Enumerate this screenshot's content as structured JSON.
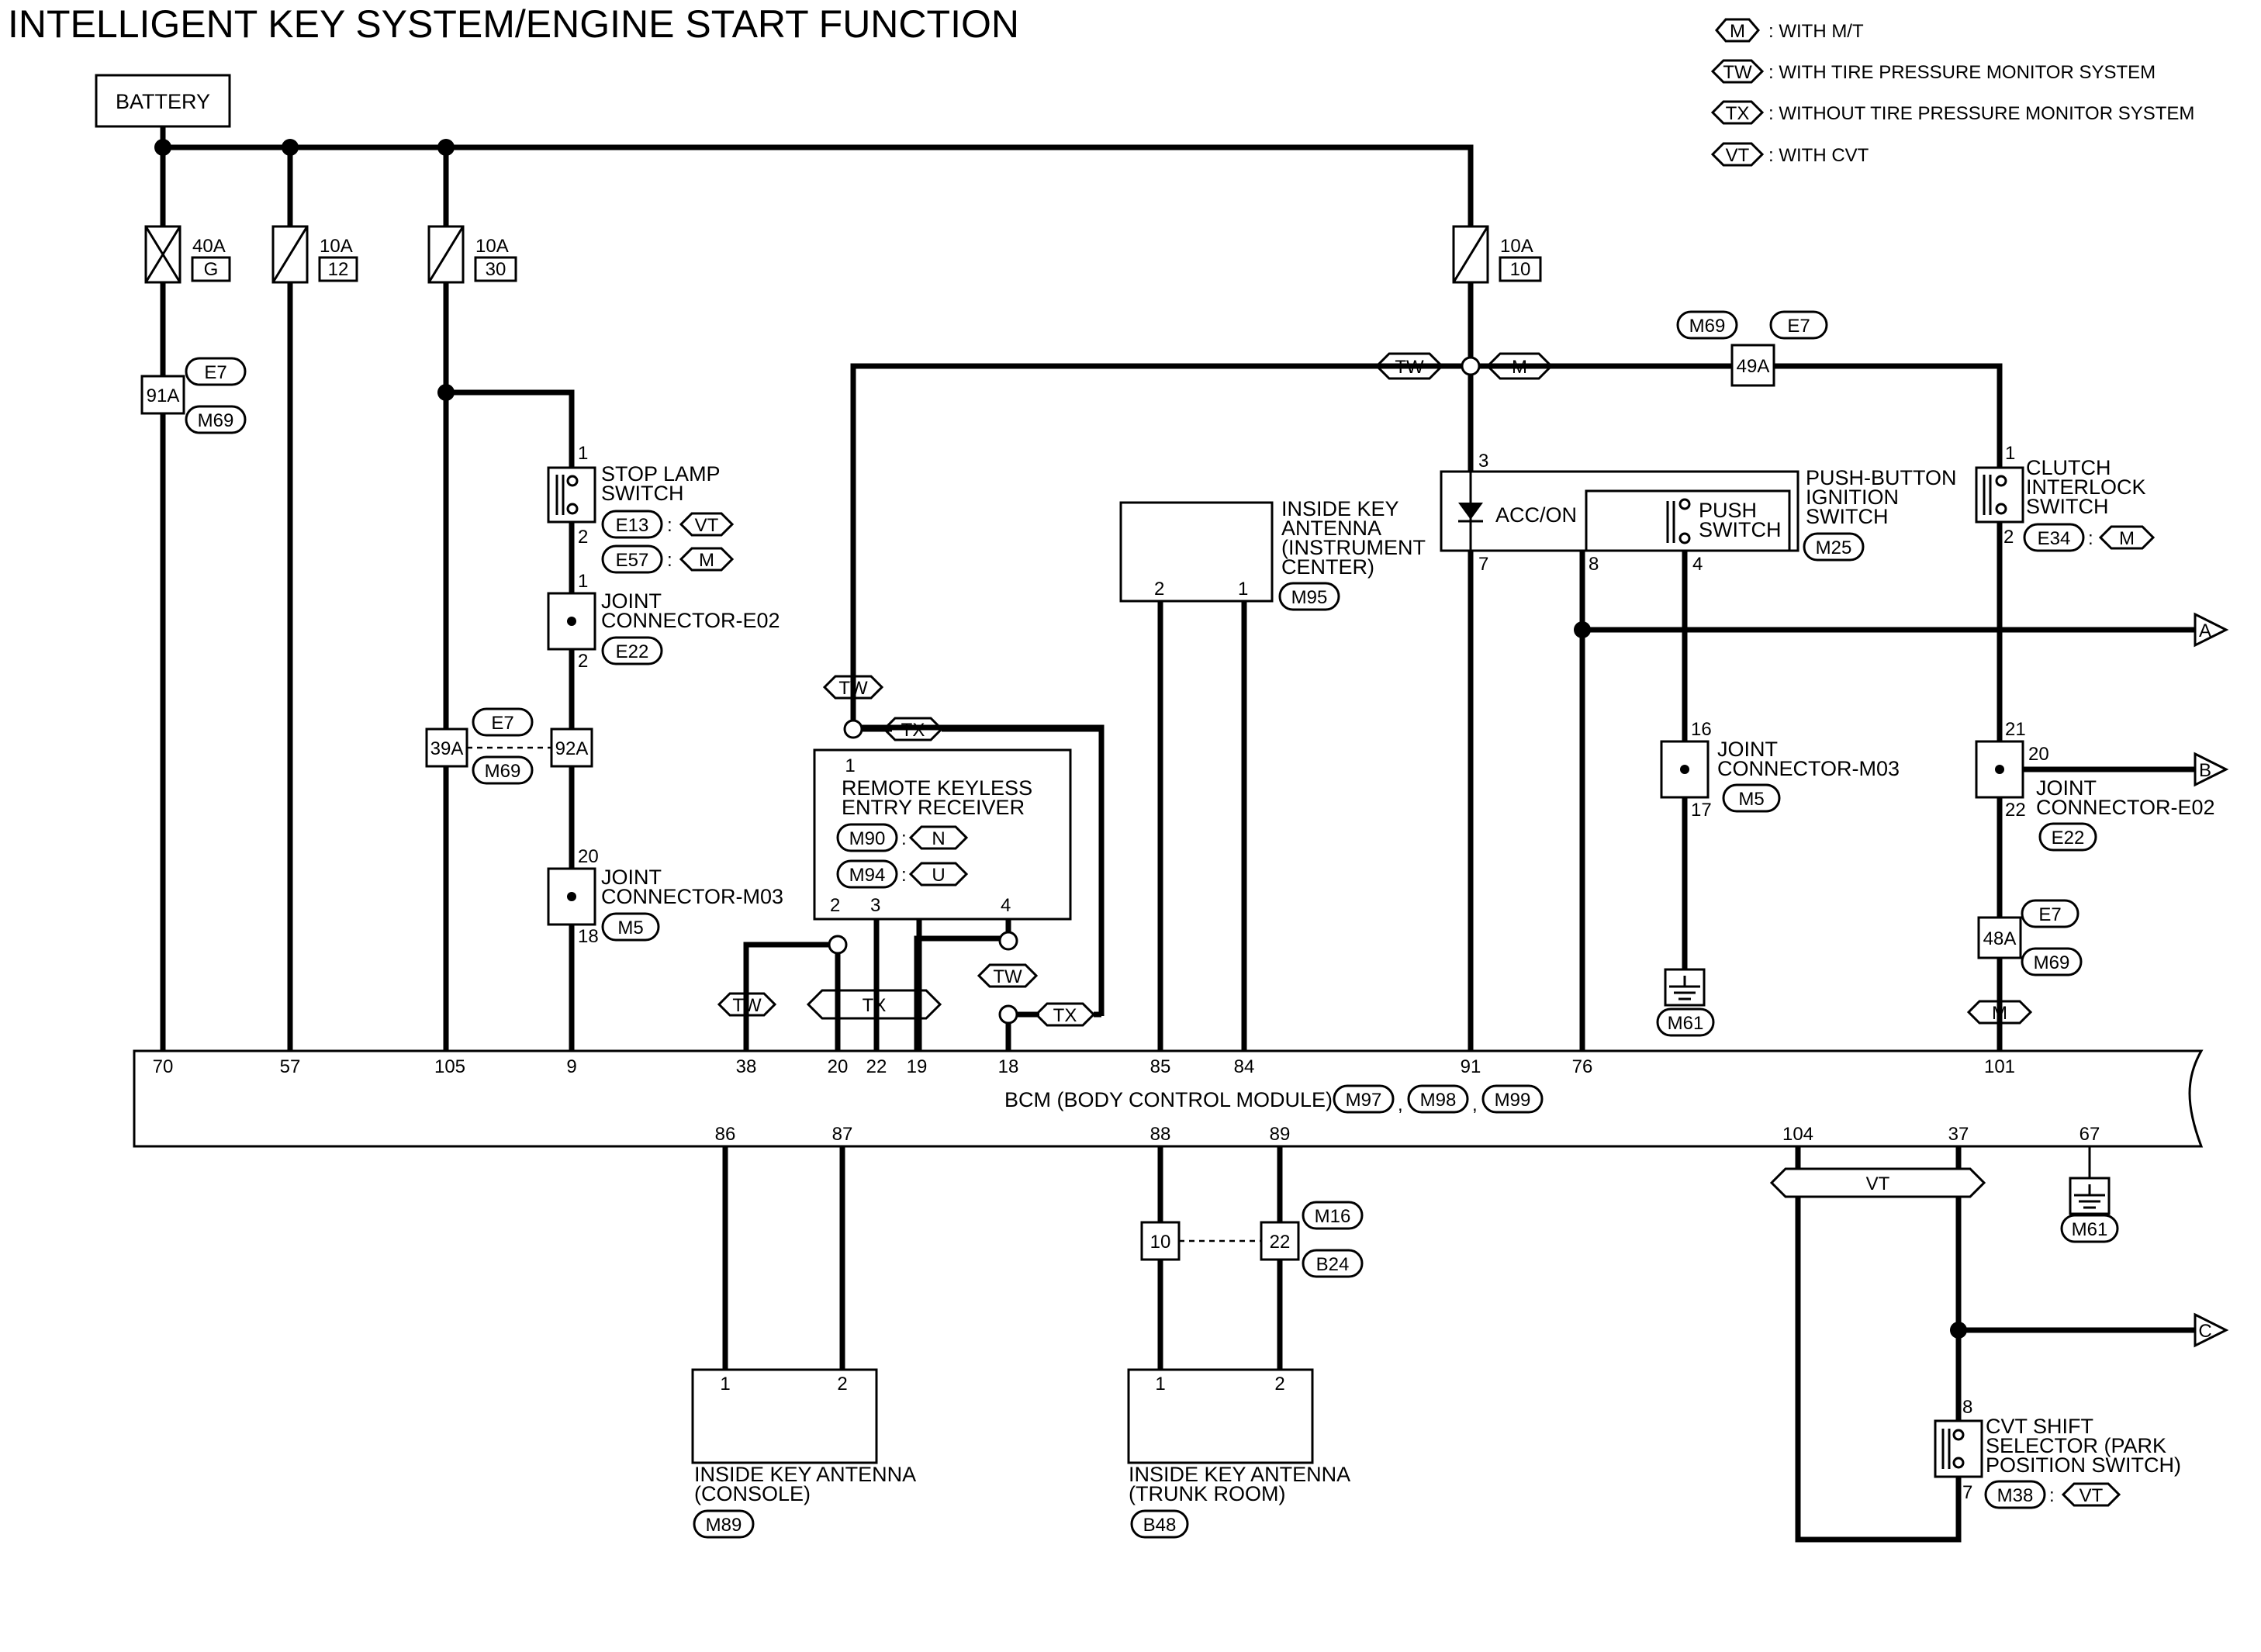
{
  "title": "INTELLIGENT KEY SYSTEM/ENGINE START FUNCTION",
  "legend": [
    {
      "code": "M",
      "text": ": WITH M/T"
    },
    {
      "code": "TW",
      "text": ": WITH TIRE PRESSURE MONITOR SYSTEM"
    },
    {
      "code": "TX",
      "text": ": WITHOUT TIRE PRESSURE MONITOR SYSTEM"
    },
    {
      "code": "VT",
      "text": ": WITH CVT"
    }
  ],
  "battery": "BATTERY",
  "fuses": [
    {
      "amp": "40A",
      "no": "G"
    },
    {
      "amp": "10A",
      "no": "12"
    },
    {
      "amp": "10A",
      "no": "30"
    },
    {
      "amp": "10A",
      "no": "10"
    }
  ],
  "conn": {
    "c91a": "91A",
    "c39a": "39A",
    "c92a": "92A",
    "c49a": "49A",
    "c48a": "48A",
    "c10": "10",
    "c22": "22",
    "E7": "E7",
    "M69": "M69",
    "E13": "E13",
    "E57": "E57",
    "E22": "E22",
    "M5": "M5",
    "M90": "M90",
    "M94": "M94",
    "M95": "M95",
    "M25": "M25",
    "E34": "E34",
    "M61": "M61",
    "M97": "M97",
    "M98": "M98",
    "M99": "M99",
    "M16": "M16",
    "B24": "B24",
    "M89": "M89",
    "B48": "B48",
    "M38": "M38"
  },
  "opt": {
    "M": "M",
    "TW": "TW",
    "TX": "TX",
    "VT": "VT",
    "N": "N",
    "U": "U"
  },
  "comp": {
    "stop_lamp_1": "STOP LAMP",
    "stop_lamp_2": "SWITCH",
    "joint_e02_1": "JOINT",
    "joint_e02_2": "CONNECTOR-E02",
    "joint_m03_1": "JOINT",
    "joint_m03_2": "CONNECTOR-M03",
    "rke_1": "REMOTE KEYLESS",
    "rke_2": "ENTRY RECEIVER",
    "ika_ic_1": "INSIDE KEY",
    "ika_ic_2": "ANTENNA",
    "ika_ic_3": "(INSTRUMENT",
    "ika_ic_4": "CENTER)",
    "acc_on": "ACC/ON",
    "push_1": "PUSH",
    "push_2": "SWITCH",
    "pbis_1": "PUSH-BUTTON",
    "pbis_2": "IGNITION",
    "pbis_3": "SWITCH",
    "clutch_1": "CLUTCH",
    "clutch_2": "INTERLOCK",
    "clutch_3": "SWITCH",
    "bcm": "BCM (BODY CONTROL MODULE)",
    "ika_con_1": "INSIDE KEY ANTENNA",
    "ika_con_2": "(CONSOLE)",
    "ika_tr_1": "INSIDE KEY ANTENNA",
    "ika_tr_2": "(TRUNK ROOM)",
    "cvt_1": "CVT SHIFT",
    "cvt_2": "SELECTOR (PARK",
    "cvt_3": "POSITION SWITCH)"
  },
  "pins": {
    "p1": "1",
    "p2": "2",
    "p3": "3",
    "p4": "4",
    "p7": "7",
    "p8": "8",
    "p16": "16",
    "p17": "17",
    "p18": "18",
    "p20": "20",
    "p21": "21",
    "p22": "22"
  },
  "bcm_top_pins": [
    "70",
    "57",
    "105",
    "9",
    "38",
    "20",
    "22",
    "19",
    "18",
    "85",
    "84",
    "91",
    "76",
    "101"
  ],
  "bcm_bottom_pins": [
    "86",
    "87",
    "88",
    "89",
    "104",
    "37",
    "67"
  ],
  "arrows": [
    "A",
    "B",
    "C"
  ],
  "sep": ":",
  "comma": ","
}
